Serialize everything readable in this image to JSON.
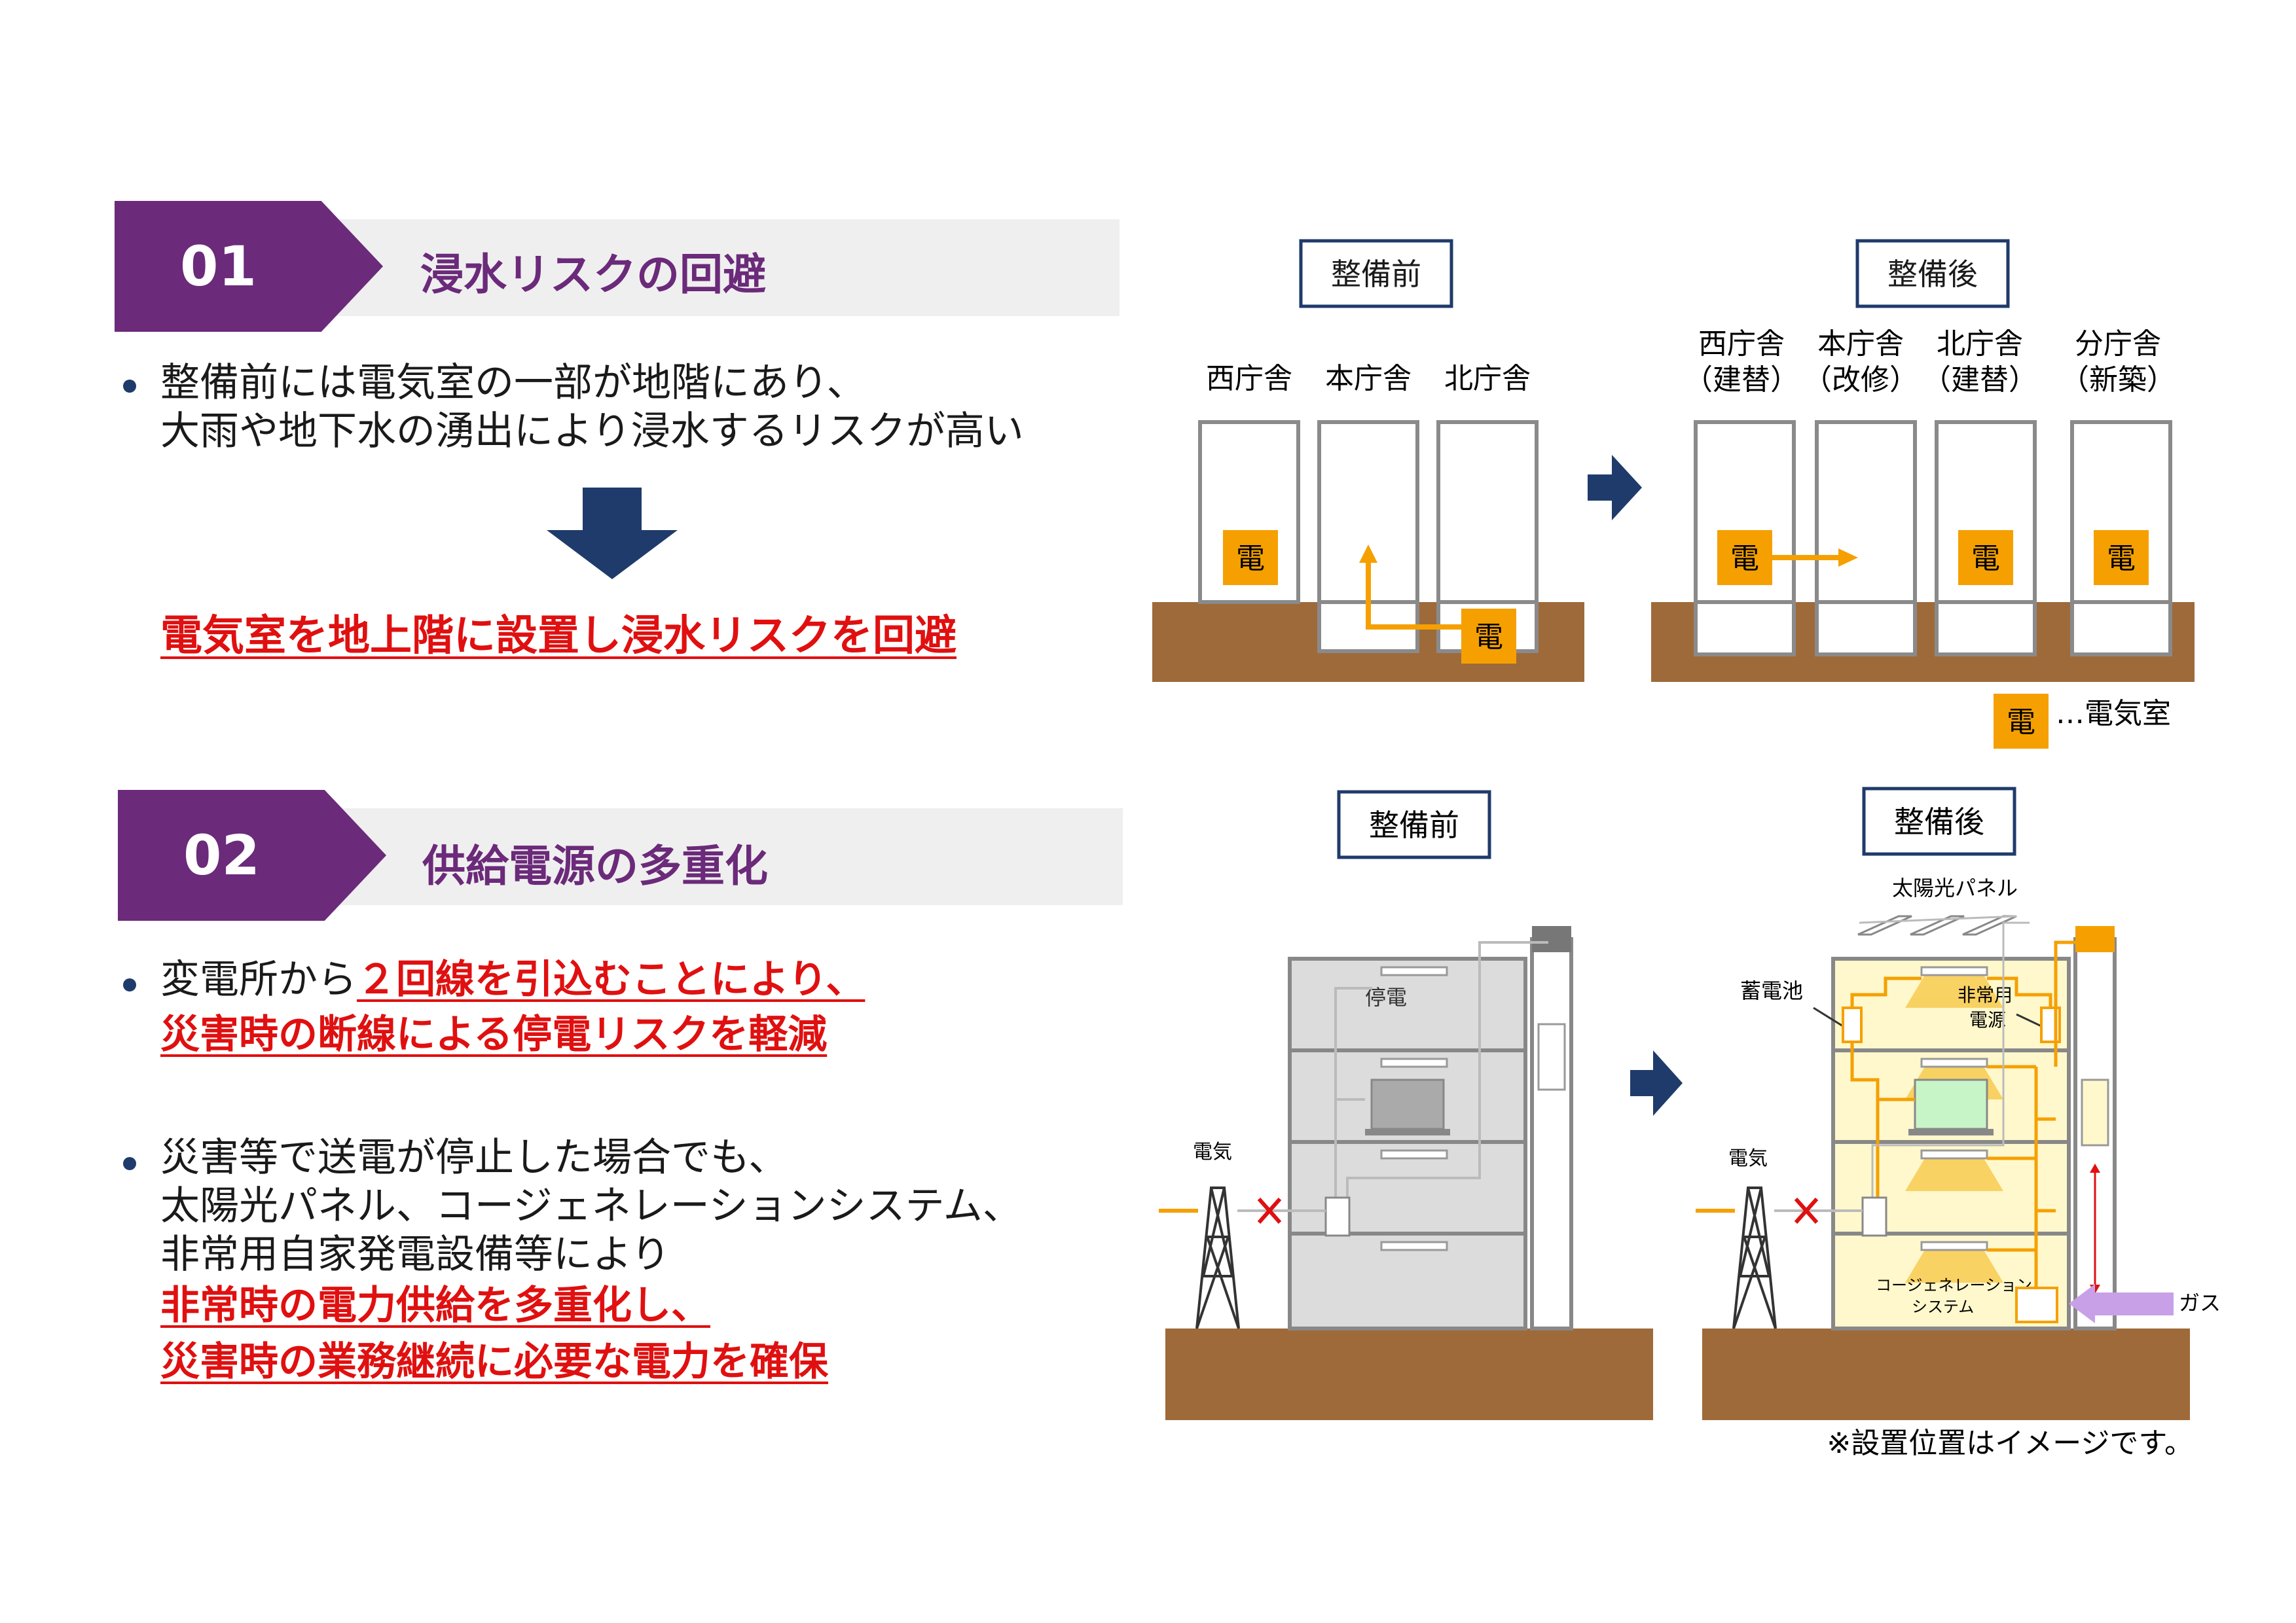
{
  "colors": {
    "purple": "#6b2a7a",
    "navy": "#1f3b6b",
    "red": "#e01010",
    "ground": "#9e6a3a",
    "orange": "#f5a000",
    "building_fill_before": "#dcdcdc",
    "building_fill_after": "#fff8cc"
  },
  "section1": {
    "num": "01",
    "title": "浸水リスクの回避",
    "bullet_line1": "整備前には電気室の一部が地階にあり、",
    "bullet_line2": "大雨や地下水の湧出により浸水するリスクが高い",
    "conclusion": "電気室を地上階に設置し浸水リスクを回避",
    "diagram": {
      "before_label": "整備前",
      "after_label": "整備後",
      "before_buildings": [
        "西庁舎",
        "本庁舎",
        "北庁舎"
      ],
      "after_buildings": [
        {
          "name": "西庁舎",
          "note": "（建替）"
        },
        {
          "name": "本庁舎",
          "note": "（改修）"
        },
        {
          "name": "北庁舎",
          "note": "（建替）"
        },
        {
          "name": "分庁舎",
          "note": "（新築）"
        }
      ],
      "denki": "電",
      "legend_text": "…電気室"
    }
  },
  "section2": {
    "num": "02",
    "title": "供給電源の多重化",
    "bullet1_plain": "変電所から",
    "bullet1_red1": "２回線を引込むことにより、",
    "bullet1_red2": "災害時の断線による停電リスクを軽減",
    "bullet2_line1": "災害等で送電が停止した場合でも、",
    "bullet2_line2": "太陽光パネル、コージェネレーションシステム、",
    "bullet2_line3": "非常用自家発電設備等により",
    "bullet2_red1": "非常時の電力供給を多重化し、",
    "bullet2_red2": "災害時の業務継続に必要な電力を確保",
    "diagram": {
      "before_label": "整備前",
      "after_label": "整備後",
      "teiden": "停電",
      "denki_before": "電気",
      "denki_after": "電気",
      "solar": "太陽光パネル",
      "battery": "蓄電池",
      "emergency_line1": "非常用",
      "emergency_line2": "電源",
      "cogen_line1": "コージェネレーション",
      "cogen_line2": "システム",
      "gas": "ガス",
      "footnote": "※設置位置はイメージです。"
    }
  }
}
